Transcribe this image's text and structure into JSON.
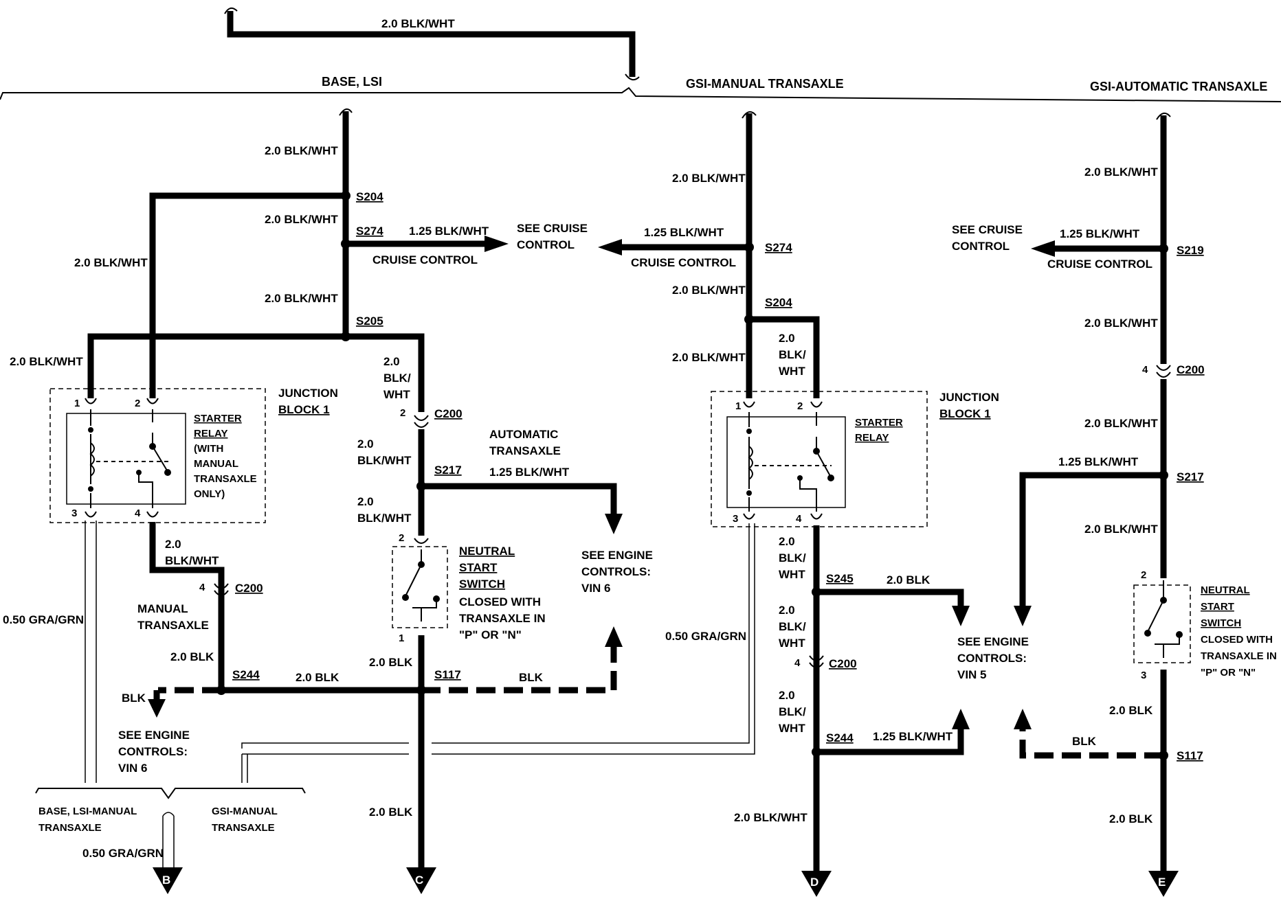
{
  "sections": {
    "base_lsi": "BASE, LSI",
    "gsi_manual": "GSI-MANUAL TRANSAXLE",
    "gsi_automatic": "GSI-AUTOMATIC TRANSAXLE",
    "bottom_base": [
      "BASE, LSI-MANUAL",
      "TRANSAXLE"
    ],
    "bottom_gsi": [
      "GSI-MANUAL",
      "TRANSAXLE"
    ]
  },
  "wires": {
    "blk_wht_20": "2.0 BLK/WHT",
    "blk_wht_125": "1.25 BLK/WHT",
    "blk_20": "2.0 BLK",
    "blk": "BLK",
    "gra_grn_050": "0.50 GRA/GRN",
    "stack_20": "2.0",
    "stack_blk_slash": "BLK/",
    "stack_wht": "WHT",
    "stack_blkwht": "BLK/WHT"
  },
  "splices": {
    "s204": "S204",
    "s274": "S274",
    "s205": "S205",
    "s217": "S217",
    "s244": "S244",
    "s117": "S117",
    "s219": "S219",
    "s245": "S245"
  },
  "connectors": {
    "c200": "C200"
  },
  "pins": [
    "1",
    "2",
    "3",
    "4"
  ],
  "components": {
    "junction_block": [
      "JUNCTION",
      "BLOCK 1"
    ],
    "starter_relay_manual": [
      "STARTER",
      "RELAY",
      "(WITH",
      "MANUAL",
      "TRANSAXLE",
      "ONLY)"
    ],
    "starter_relay": [
      "STARTER",
      "RELAY"
    ],
    "neutral_start_switch": [
      "NEUTRAL",
      "START",
      "SWITCH"
    ],
    "closed_with": [
      "CLOSED WITH",
      "TRANSAXLE IN",
      "\"P\" OR \"N\""
    ]
  },
  "references": {
    "see_cruise": [
      "SEE CRUISE",
      "CONTROL"
    ],
    "cruise_control": "CRUISE CONTROL",
    "automatic_transaxle": [
      "AUTOMATIC",
      "TRANSAXLE"
    ],
    "manual_transaxle": [
      "MANUAL",
      "TRANSAXLE"
    ],
    "see_engine": [
      "SEE ENGINE",
      "CONTROLS:"
    ],
    "vin6": "VIN 6",
    "vin5": "VIN 5"
  },
  "terminals": [
    "B",
    "C",
    "D",
    "E"
  ]
}
